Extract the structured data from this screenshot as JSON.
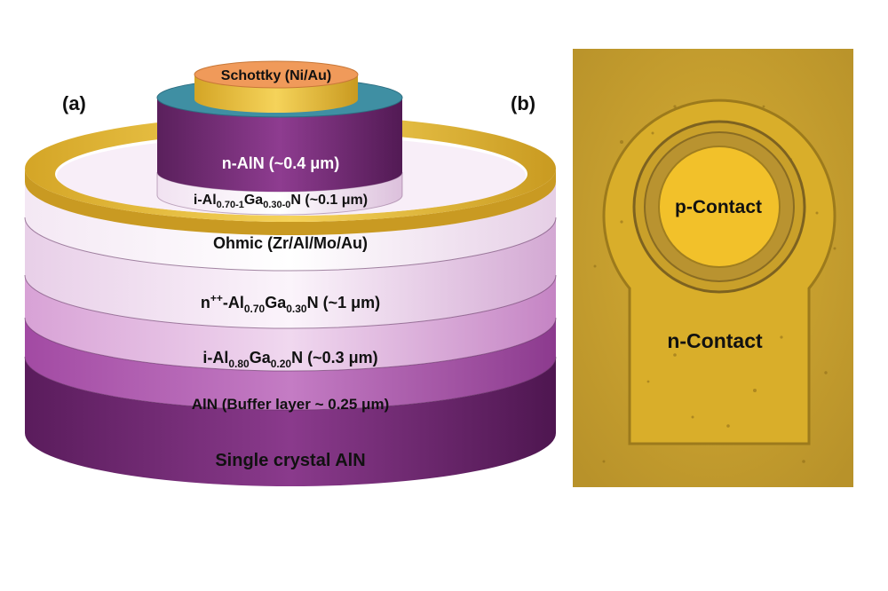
{
  "panels": {
    "a": "(a)",
    "b": "(b)"
  },
  "layers": {
    "schottky": "Schottky (Ni/Au)",
    "n_aln": "n-AlN (~0.4 μm)",
    "i_algan_graded": {
      "pre": "i-Al",
      "sub1": "0.70-1",
      "mid": "Ga",
      "sub2": "0.30-0",
      "post": "N (~0.1 μm)"
    },
    "ohmic": "Ohmic (Zr/Al/Mo/Au)",
    "n_pp": {
      "pre": "n",
      "sup": "++",
      "mid1": "-Al",
      "sub1": "0.70",
      "mid2": "Ga",
      "sub2": "0.30",
      "post": "N (~1 μm)"
    },
    "i_algan": {
      "pre": "i-Al",
      "sub1": "0.80",
      "mid": "Ga",
      "sub2": "0.20",
      "post": "N (~0.3 μm)"
    },
    "buffer": "AlN (Buffer layer ~ 0.25 μm)",
    "substrate": "Single crystal AlN"
  },
  "micrograph": {
    "p_contact": "p-Contact",
    "n_contact": "n-Contact"
  },
  "colors": {
    "substrate": "#6e2670",
    "buffer": "#9c4a9e",
    "i_algan": "#d7a4d6",
    "n_pp": "#ead2ea",
    "white_layer": "#f7eef7",
    "ohmic": "#e2b63a",
    "n_aln": "#6a2a6c",
    "mesa_top": "#3f8fa3",
    "schottky_gold": "#f0c53a",
    "schottky_top": "#f09a5a",
    "micro_bg": "#c7a02c",
    "micro_contact": "#dcb021"
  }
}
